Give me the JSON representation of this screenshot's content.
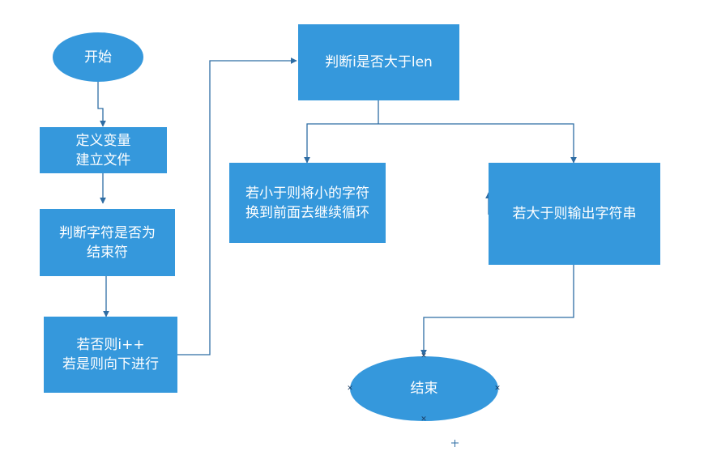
{
  "nodes": {
    "start": "开始",
    "define_vars_line1": "定义变量",
    "define_vars_line2": "建立文件",
    "check_end_line1": "判断字符是否为",
    "check_end_line2": "结束符",
    "increment_line1": "若否则i++",
    "increment_line2": "若是则向下进行",
    "check_len": "判断i是否大于len",
    "swap_line1": "若小于则将小的字符",
    "swap_line2": "换到前面去继续循环",
    "output": "若大于则输出字符串",
    "end": "结束"
  },
  "colors": {
    "node_fill": "#3598dc",
    "node_text": "#ffffff",
    "connector": "#2e6da4"
  }
}
